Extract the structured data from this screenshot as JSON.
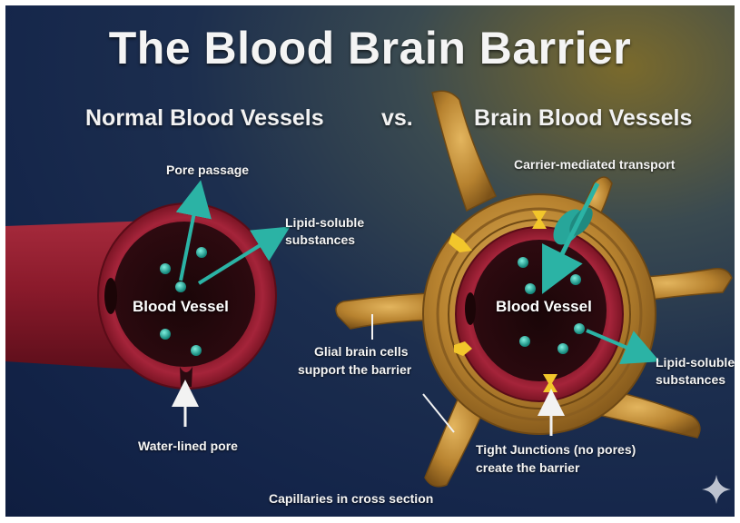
{
  "title": "The Blood Brain Barrier",
  "left_heading": "Normal Blood Vessels",
  "vs": "vs.",
  "right_heading": "Brain Blood Vessels",
  "left_diagram": {
    "pore_passage": "Pore passage",
    "lipid_soluble_line1": "Lipid-soluble",
    "lipid_soluble_line2": "substances",
    "vessel_label": "Blood Vessel",
    "water_lined_pore": "Water-lined pore"
  },
  "right_diagram": {
    "carrier_mediated": "Carrier-mediated transport",
    "vessel_label": "Blood Vessel",
    "glial_line1": "Glial brain cells",
    "glial_line2": "support the barrier",
    "lipid_soluble_line1": "Lipid-soluble",
    "lipid_soluble_line2": "substances",
    "tight_line1": "Tight Junctions (no pores)",
    "tight_line2": "create the barrier"
  },
  "footer": "Capillaries in cross section",
  "colors": {
    "vessel_red": "#8e1b2a",
    "arrow_teal": "#27a69a",
    "glial_gold": "#c08a36",
    "junction_yellow": "#f2c62b"
  },
  "icons": {
    "sparkle": "sparkle-icon"
  }
}
